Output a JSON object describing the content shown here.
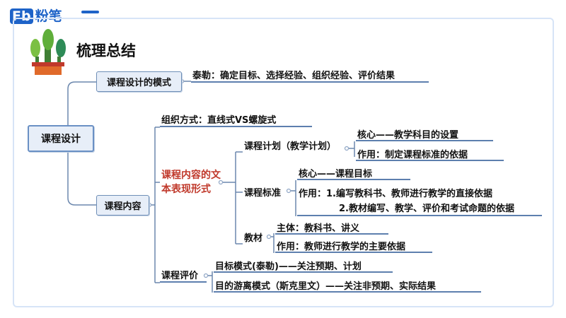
{
  "brand": {
    "logo_mark": "Fb",
    "name": "粉笔"
  },
  "title": "梳理总结",
  "icon": "potted-plant-icon",
  "mindmap": {
    "root": "课程设计",
    "model_branch": {
      "label": "课程设计的模式",
      "detail": "泰勒：确定目标、选择经验、组织经验、评价结果"
    },
    "content_branch": {
      "label": "课程内容",
      "org": "组织方式：直线式VS螺旋式",
      "text_forms": {
        "label": "课程内容的文本表现形式",
        "plan": {
          "label": "课程计划（教学计划）",
          "core": "核心——教学科目的设置",
          "role": "作用：制定课程标准的依据"
        },
        "standard": {
          "label": "课程标准",
          "core": "核心——课程目标",
          "role_line1": "作用：1.编写教科书、教师进行教学的直接依据",
          "role_line2": "2.教材编写、教学、评价和考试命题的依据"
        },
        "textbook": {
          "label": "教材",
          "subject": "主体：教科书、讲义",
          "role": "作用：教师进行教学的主要依据"
        }
      },
      "evaluation": {
        "label": "课程评价",
        "target": "目标模式(泰勒)——关注预期、计划",
        "free": "目的游离模式（斯克里文）——关注非预期、实际结果"
      }
    }
  }
}
